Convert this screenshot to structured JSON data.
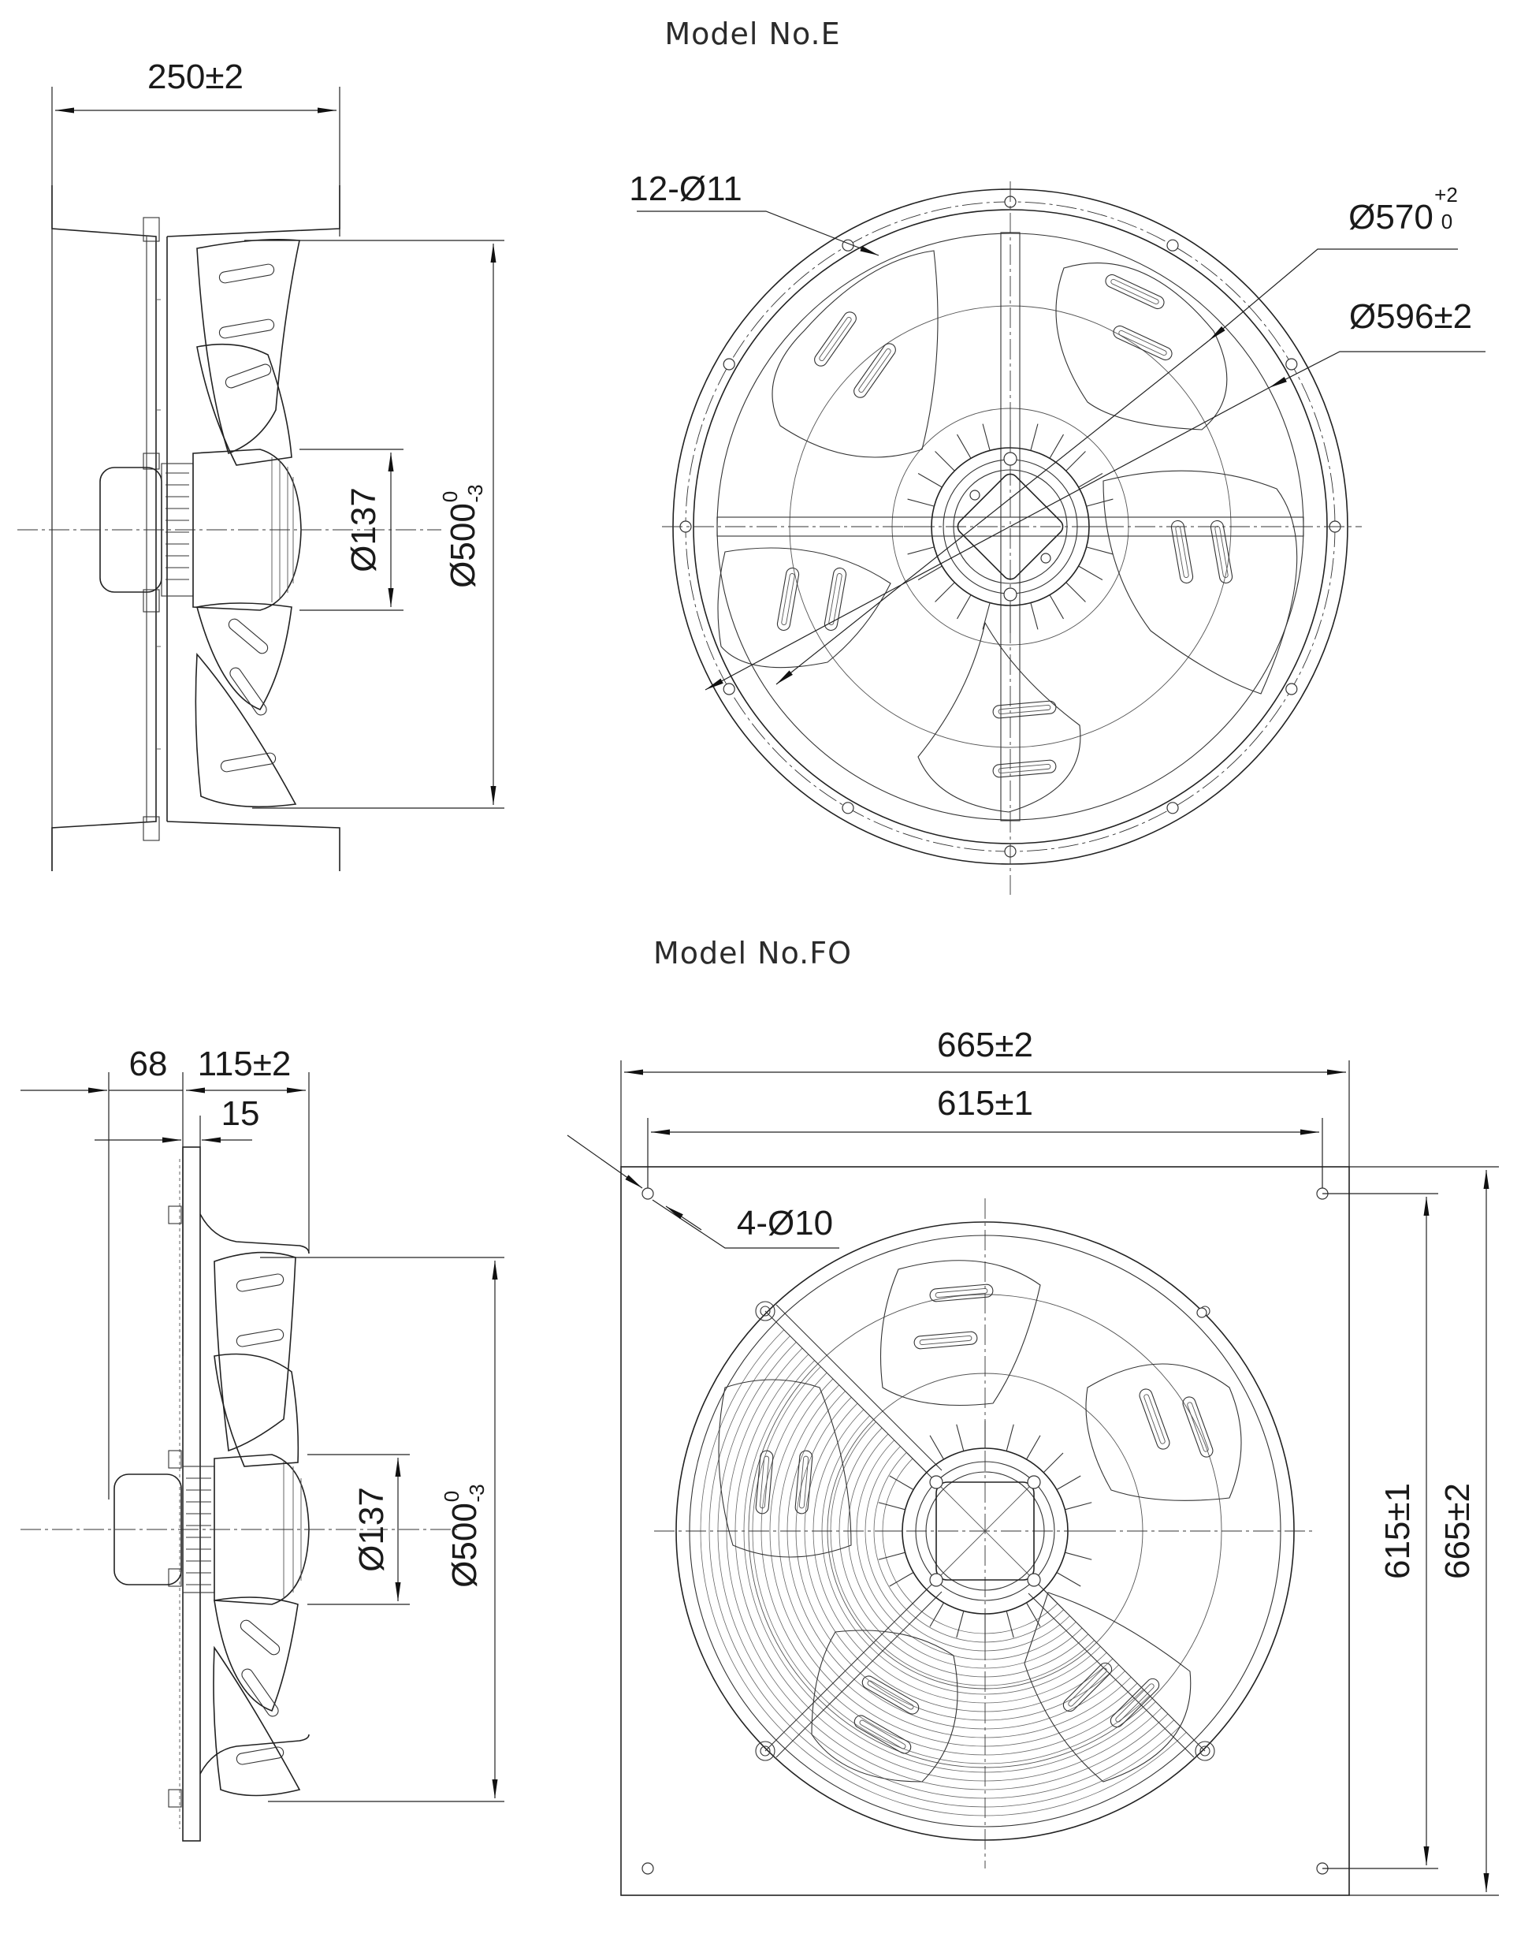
{
  "diagram": {
    "model_e": {
      "title": "Model No.E",
      "side_view": {
        "overall_depth": "250±2",
        "hub_diameter": "Ø137",
        "impeller_diameter": "Ø500",
        "impeller_tolerance_upper": "0",
        "impeller_tolerance_lower": "-3"
      },
      "front_view": {
        "mounting_holes": "12-Ø11",
        "inner_ring_diameter": "Ø570",
        "inner_ring_tolerance_upper": "+2",
        "inner_ring_tolerance_lower": "0",
        "outer_ring_diameter": "Ø596±2"
      }
    },
    "model_fo": {
      "title": "Model No.FO",
      "side_view": {
        "motor_depth": "68",
        "body_depth": "115±2",
        "flange_offset": "15",
        "hub_diameter": "Ø137",
        "impeller_diameter": "Ø500",
        "impeller_tolerance_upper": "0",
        "impeller_tolerance_lower": "-3"
      },
      "front_view": {
        "plate_width": "665±2",
        "hole_pitch_width": "615±1",
        "mounting_holes": "4-Ø10",
        "hole_pitch_height": "615±1",
        "plate_height": "665±2"
      }
    },
    "colors": {
      "line": "#222222",
      "background": "#ffffff"
    }
  }
}
